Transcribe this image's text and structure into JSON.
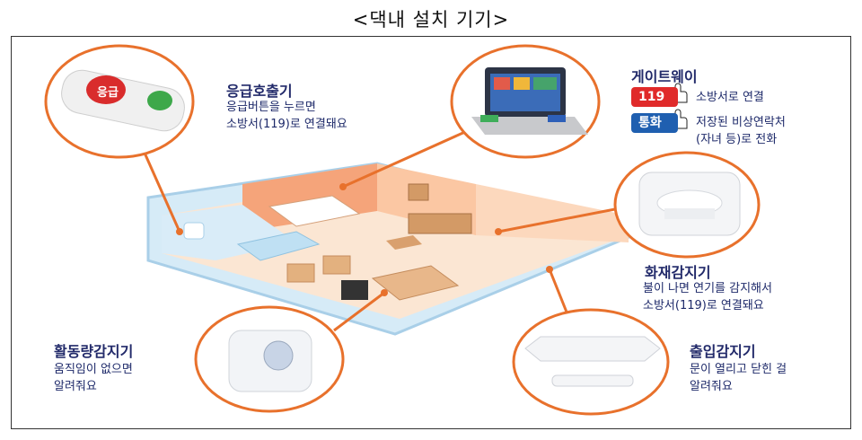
{
  "title": "<댁내 설치 기기>",
  "devices": {
    "emergency": {
      "name": "응급호출기",
      "desc1": "응급버튼을 누르면",
      "desc2": "소방서(119)로 연결돼요",
      "button_text": "응급"
    },
    "gateway": {
      "name": "게이트웨이",
      "badge1": "119",
      "badge1_desc": "소방서로 연결",
      "badge2": "통화",
      "badge2_desc1": "저장된 비상연락처",
      "badge2_desc2": "(자녀 등)로 전화"
    },
    "fire": {
      "name": "화재감지기",
      "desc1": "불이 나면 연기를 감지해서",
      "desc2": "소방서(119)로 연결돼요"
    },
    "activity": {
      "name": "활동량감지기",
      "desc1": "움직임이 없으면",
      "desc2": "알려줘요"
    },
    "door": {
      "name": "출입감지기",
      "desc1": "문이 열리고 닫힌 걸",
      "desc2": "알려줘요"
    }
  },
  "colors": {
    "accent": "#e8712c",
    "label": "#222a6a",
    "wall": "#f6a77a",
    "floor": "#fbe3cf",
    "outer_wall": "#b9daf0"
  }
}
